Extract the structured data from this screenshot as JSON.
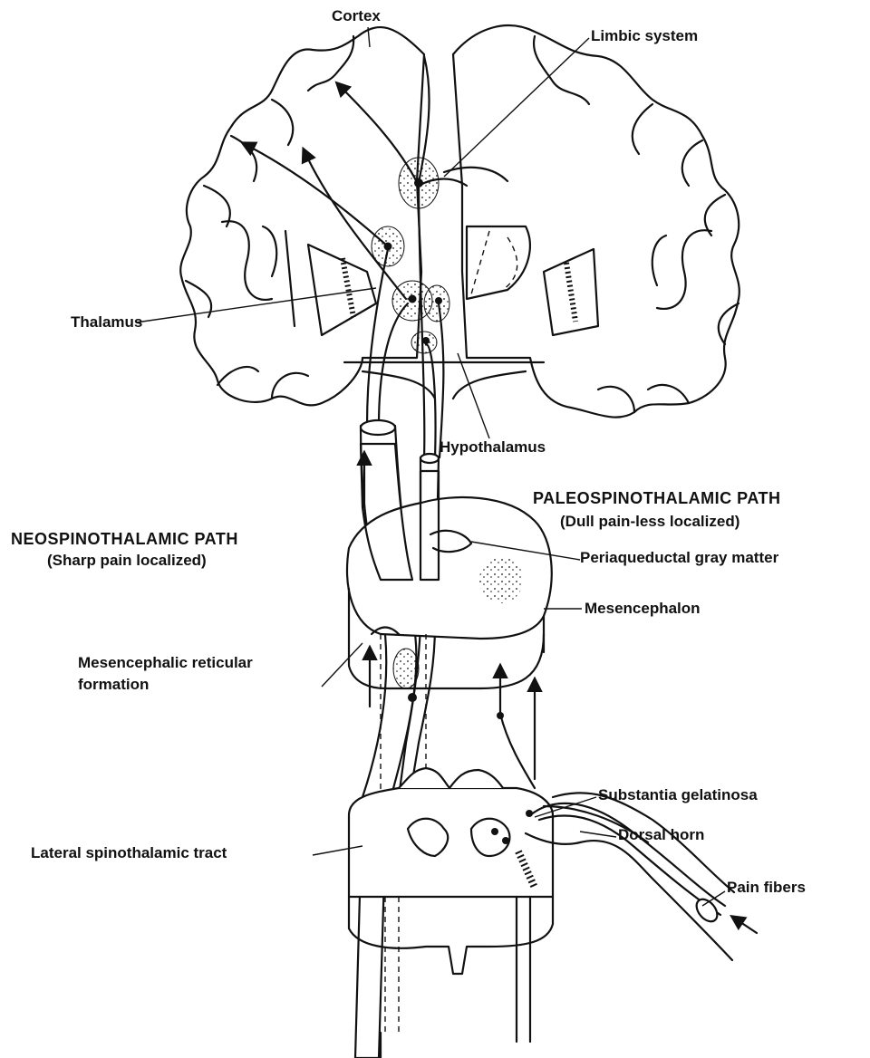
{
  "labels": {
    "cortex": "Cortex",
    "limbic_system": "Limbic system",
    "thalamus": "Thalamus",
    "hypothalamus": "Hypothalamus",
    "paleo_title": "PALEOSPINOTHALAMIC PATH",
    "paleo_sub": "(Dull pain-less localized)",
    "neo_title": "NEOSPINOTHALAMIC PATH",
    "neo_sub": "(Sharp pain localized)",
    "periaqueductal": "Periaqueductal gray matter",
    "mesencephalon": "Mesencephalon",
    "mesencephalic_reticular_1": "Mesencephalic reticular",
    "mesencephalic_reticular_2": "formation",
    "substantia": "Substantia gelatinosa",
    "dorsal_horn": "Dorsal horn",
    "lateral_tract": "Lateral spinothalamic tract",
    "pain_fibers": "Pain fibers"
  }
}
